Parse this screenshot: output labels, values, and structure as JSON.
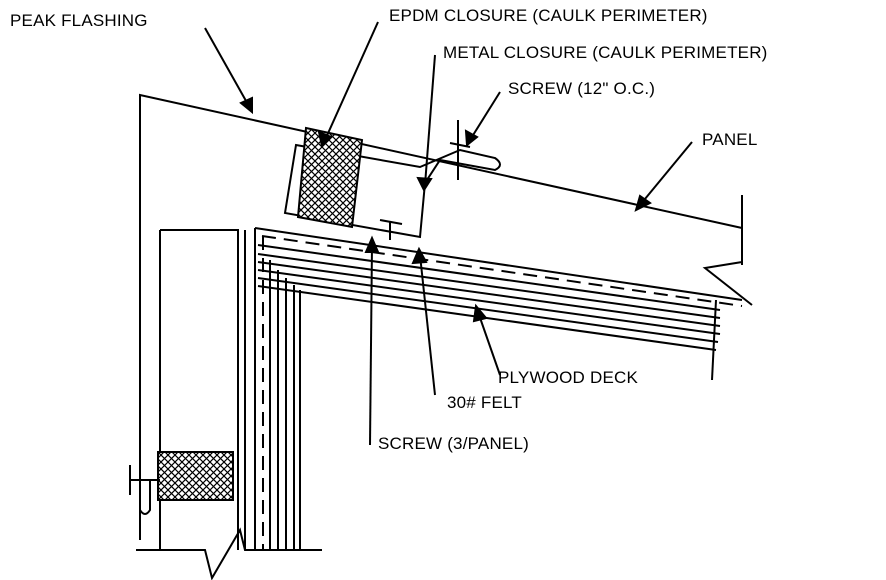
{
  "labels": {
    "peak_flashing": "PEAK FLASHING",
    "epdm_closure": "EPDM CLOSURE (CAULK PERIMETER)",
    "metal_closure": "METAL CLOSURE (CAULK PERIMETER)",
    "screw_12oc": "SCREW (12\" O.C.)",
    "panel": "PANEL",
    "plywood_deck": "PLYWOOD DECK",
    "felt": "30# FELT",
    "screw_3panel": "SCREW (3/PANEL)"
  },
  "colors": {
    "line": "#000000",
    "background": "#ffffff"
  }
}
